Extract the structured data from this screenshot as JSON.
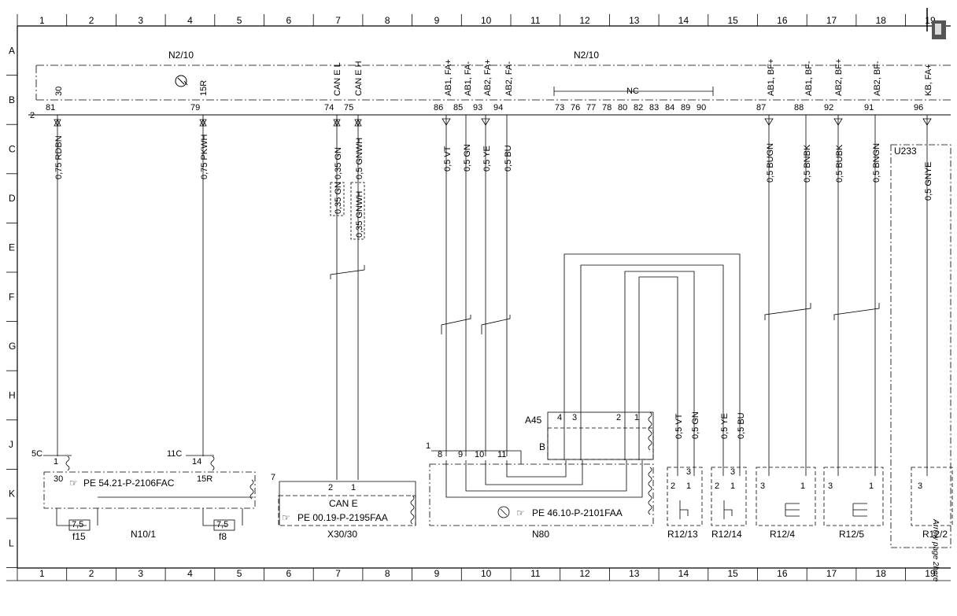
{
  "columns": [
    "1",
    "2",
    "3",
    "4",
    "5",
    "6",
    "7",
    "8",
    "9",
    "10",
    "11",
    "12",
    "13",
    "14",
    "15",
    "16",
    "17",
    "18",
    "19"
  ],
  "rows": [
    "A",
    "B",
    "C",
    "D",
    "E",
    "F",
    "G",
    "H",
    "J",
    "K",
    "L"
  ],
  "header": {
    "left": "N2/10",
    "right": "N2/10",
    "connector_tag": "2"
  },
  "pins": {
    "p81": "81",
    "p30": "30",
    "p79": "79",
    "p15r": "15R",
    "p74": "74",
    "p74sig": "CAN E L",
    "p75": "75",
    "p75sig": "CAN E H",
    "p86": "86",
    "p86sig": "AB1, FA+",
    "p85": "85",
    "p85sig": "AB1, FA-",
    "p93": "93",
    "p93sig": "AB2, FA+",
    "p94": "94",
    "p94sig": "AB2, FA-",
    "nc_label": "NC",
    "nc_pins": [
      "73",
      "76",
      "77",
      "78",
      "80",
      "82",
      "83",
      "84",
      "89",
      "90"
    ],
    "p87": "87",
    "p87sig": "AB1, BF+",
    "p88": "88",
    "p88sig": "AB1, BF-",
    "p92": "92",
    "p92sig": "AB2, BF+",
    "p91": "91",
    "p91sig": "AB2, BF-",
    "p96": "96",
    "p96sig": "KB, FA+"
  },
  "wires": {
    "w1": "0,75 RDBN",
    "w2": "0,75 PKWH",
    "w3": "0,35 GN",
    "w3b": "0,35 GN",
    "w4": "0,5 GNWH",
    "w4b": "0,35 GNWH",
    "w5": "0,5 VT",
    "w6": "0,5 GN",
    "w7": "0,5 YE",
    "w8": "0,5 BU",
    "w9": "0,5 BUGN",
    "w10": "0,5 BNBK",
    "w11": "0,5 BUBK",
    "w12": "0,5 BNGN",
    "w13": "0,5 GNYE",
    "w14": "0,5 VT",
    "w15": "0,5 GN",
    "w16": "0,5 YE",
    "w17": "0,5 BU"
  },
  "components": {
    "n10_1": {
      "name": "N10/1",
      "ref": "PE 54.21-P-2106FAC",
      "tag1": "5C",
      "tag2": "11C",
      "pin1": "1",
      "pin14": "14",
      "pin30": "30",
      "pin15r": "15R"
    },
    "f15": {
      "name": "f15",
      "rating": "7,5"
    },
    "f8": {
      "name": "f8",
      "rating": "7,5"
    },
    "x30_30": {
      "name": "X30/30",
      "ref": "PE 00.19-P-2195FAA",
      "title": "CAN E",
      "tag": "7",
      "pin2": "2",
      "pin1": "1"
    },
    "n80": {
      "name": "N80",
      "ref": "PE 46.10-P-2101FAA",
      "tag": "1",
      "pins": [
        "8",
        "9",
        "10",
        "11"
      ],
      "a45": "A45",
      "a45pins": [
        "4",
        "3",
        "2",
        "1"
      ],
      "b": "B"
    },
    "u233": {
      "name": "U233"
    },
    "r12_13": {
      "name": "R12/13",
      "pins": [
        "2",
        "1",
        "3"
      ]
    },
    "r12_14": {
      "name": "R12/14",
      "pins": [
        "2",
        "1",
        "3"
      ]
    },
    "r12_4": {
      "name": "R12/4",
      "pins": [
        "3",
        "1"
      ]
    },
    "r12_5": {
      "name": "R12/5",
      "pins": [
        "3",
        "1"
      ]
    },
    "r12_2": {
      "name": "R12/2",
      "pins": [
        "3"
      ]
    }
  },
  "side_note": "Arrow page 2here"
}
